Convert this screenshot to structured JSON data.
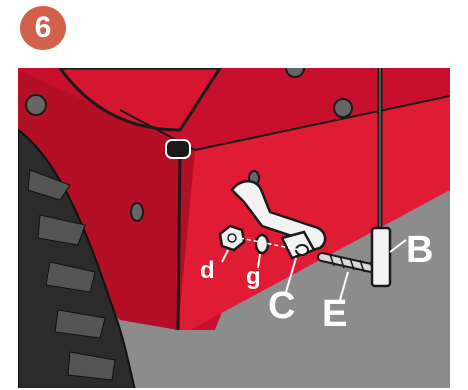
{
  "step": {
    "number": "6"
  },
  "callouts": {
    "B": "B",
    "C": "C",
    "E": "E",
    "d": "d",
    "g": "g"
  },
  "colors": {
    "badge": "#d2604a",
    "housing_red": "#d6162e",
    "housing_dark": "#8a0f1c",
    "floor_gray": "#8c8c8c",
    "tire_black": "#2b2b2b"
  }
}
